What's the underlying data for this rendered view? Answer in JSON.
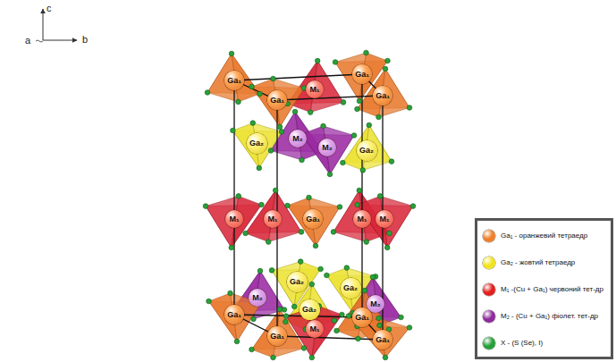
{
  "diagram": {
    "nodes": [
      {
        "text": [
          "Ga₁"
        ]
      },
      {
        "text": [
          "Ga₁"
        ]
      },
      {
        "text": [
          "M₁"
        ]
      },
      {
        "text": [
          "Ga₁"
        ]
      },
      {
        "text": [
          "Ga₁"
        ]
      },
      {
        "text": [
          "Ga₂"
        ]
      },
      {
        "text": [
          "M₂"
        ]
      },
      {
        "text": [
          "M₂"
        ]
      },
      {
        "text": [
          "Ga₂"
        ]
      },
      {
        "text": [
          "M₁"
        ]
      },
      {
        "text": [
          "M₁"
        ]
      },
      {
        "text": [
          "Ga₁"
        ]
      },
      {
        "text": [
          "M₁"
        ]
      },
      {
        "text": [
          "M₁"
        ]
      },
      {
        "text": [
          "M₂"
        ]
      },
      {
        "text": [
          "Ga₂"
        ]
      },
      {
        "text": [
          "Ga₂"
        ]
      },
      {
        "text": [
          "Ga₂"
        ]
      },
      {
        "text": [
          "M₂"
        ]
      },
      {
        "text": [
          "Ga₁"
        ]
      },
      {
        "text": [
          "Ga₁"
        ]
      },
      {
        "text": [
          "M₁"
        ]
      },
      {
        "text": [
          "Ga₁"
        ]
      },
      {
        "text": [
          "Ga₁"
        ]
      }
    ],
    "edges": [],
    "labels": [
      "c",
      "a",
      "b"
    ],
    "legend": [
      {
        "text": "Ga₁ - оранжевий тетраедр",
        "color": "#f07f2a"
      },
      {
        "text": "Ga₂ - жовтий тетраедр",
        "color": "#f2e41c"
      },
      {
        "text": "M₁ -(Cu + Ga₁) червоний тет-др",
        "color": "#e3201c"
      },
      {
        "text": "M₂ - (Cu + Ga₁) фіолет. тет-др",
        "color": "#8e2a9c"
      },
      {
        "text": "X - (S (Se), I)",
        "color": "#27a03a"
      }
    ]
  }
}
